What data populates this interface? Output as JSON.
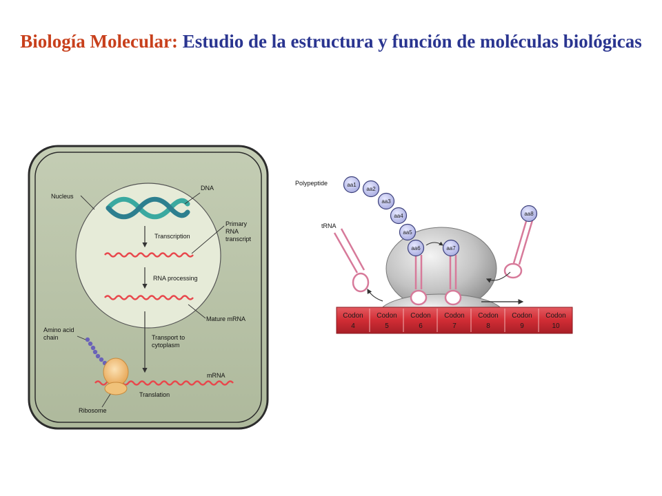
{
  "title": {
    "accent": "Biología Molecular:",
    "rest": "Estudio de la estructura y función de moléculas biológicas"
  },
  "cell_diagram": {
    "labels": {
      "nucleus": "Nucleus",
      "dna": "DNA",
      "transcription": "Transcription",
      "primary_rna_1": "Primary",
      "primary_rna_2": "RNA",
      "primary_rna_3": "transcript",
      "rna_processing": "RNA processing",
      "mature_mrna": "Mature mRNA",
      "amino_acid_1": "Amino acid",
      "amino_acid_2": "chain",
      "transport_1": "Transport to",
      "transport_2": "cytoplasm",
      "mrna": "mRNA",
      "translation": "Translation",
      "ribosome": "Ribosome"
    },
    "colors": {
      "cell_fill": "#b9c4a8",
      "cell_border": "#2c2c2c",
      "nucleus_fill": "#e6ebd8",
      "dna": "#3aa9a0",
      "rna": "#e8474c",
      "ribosome": "#f0c27a",
      "amino_acid": "#6a62b8"
    }
  },
  "translation_diagram": {
    "labels": {
      "polypeptide": "Polypeptide",
      "trna": "tRNA"
    },
    "amino_acids": [
      "aa1",
      "aa2",
      "aa3",
      "aa4",
      "aa5",
      "aa6",
      "aa7",
      "aa8"
    ],
    "codons": [
      {
        "word": "Codon",
        "num": "4"
      },
      {
        "word": "Codon",
        "num": "5"
      },
      {
        "word": "Codon",
        "num": "6"
      },
      {
        "word": "Codon",
        "num": "7"
      },
      {
        "word": "Codon",
        "num": "8"
      },
      {
        "word": "Codon",
        "num": "9"
      },
      {
        "word": "Codon",
        "num": "10"
      }
    ],
    "colors": {
      "mrna_strip": "#d8323a",
      "ribosome": "#c9c9c9",
      "amino_acid": "#b8bbe6",
      "trna": "#d77a9a"
    }
  }
}
